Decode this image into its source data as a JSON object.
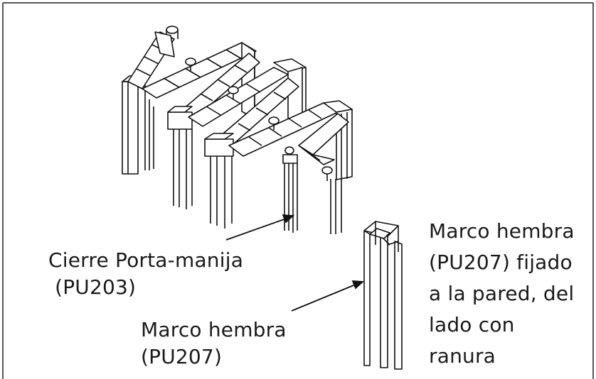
{
  "labels": {
    "cierre": [
      "Cierre Porta-manija",
      " (PU203)"
    ],
    "marco": [
      "Marco hembra",
      "(PU207)"
    ],
    "marco_pared": [
      "Marco hembra",
      "(PU207) fijado",
      "a la pared, del",
      "lado con",
      "ranura"
    ]
  },
  "icons": [
    "folding-door-illustration",
    "female-frame-illustration",
    "arrow-icon"
  ]
}
